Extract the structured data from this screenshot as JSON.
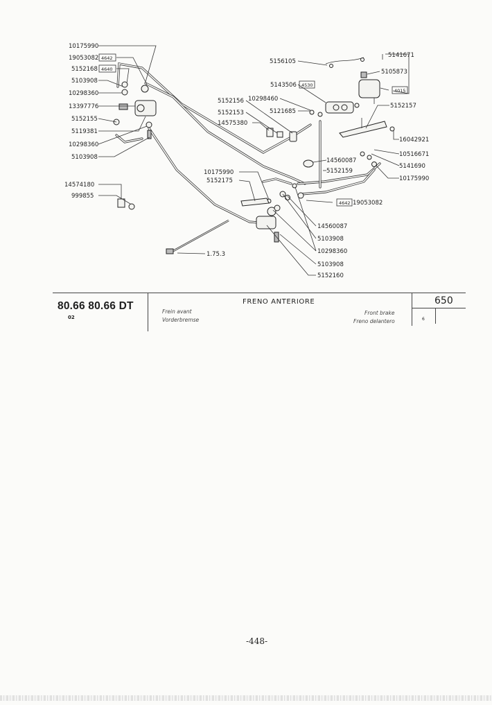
{
  "diagram": {
    "labels": {
      "p10175990_a": "10175990",
      "p19053082_a": "19053082",
      "p5152168": "5152168",
      "p5103908_a": "5103908",
      "p10298360_a": "10298360",
      "p13397776": "13397776",
      "p5152155": "5152155",
      "p5119381": "5119381",
      "p10298360_b": "10298360",
      "p5103908_b": "5103908",
      "p14574180": "14574180",
      "p999855": "999855",
      "p5156105": "5156105",
      "p5141671": "5141671",
      "p5105873": "5105873",
      "p5143506": "5143506",
      "p10298460": "10298460",
      "p5121685": "5121685",
      "p5152156": "5152156",
      "p5152153": "5152153",
      "p14575380": "14575380",
      "p5152157": "5152157",
      "p16042921": "16042921",
      "p10516671": "10516671",
      "p14560087_a": "14560087",
      "p5152159": "5152159",
      "p5141690": "5141690",
      "p10175990_b": "10175990",
      "p10175990_c": "10175990",
      "p5152175": "5152175",
      "p19053082_b": "19053082",
      "p14560087_b": "14560087",
      "p5103908_c": "5103908",
      "p10298360_c": "10298360",
      "p5103908_d": "5103908",
      "p5152160": "5152160",
      "p1753": "1.75.3"
    },
    "ref_boxes": {
      "r4642_a": "4642",
      "r4640": "4640",
      "r4530": "4530",
      "r4015": "4015",
      "r4642_b": "4642"
    }
  },
  "title_block": {
    "model": "80.66 80.66 DT",
    "model_sub": "02",
    "title_it": "FRENO ANTERIORE",
    "title_fr": "Frein avant",
    "title_de": "Vorderbremse",
    "title_en": "Front brake",
    "title_es": "Freno delantero",
    "table_number": "650",
    "sheet": "6"
  },
  "page_number": "-448-"
}
